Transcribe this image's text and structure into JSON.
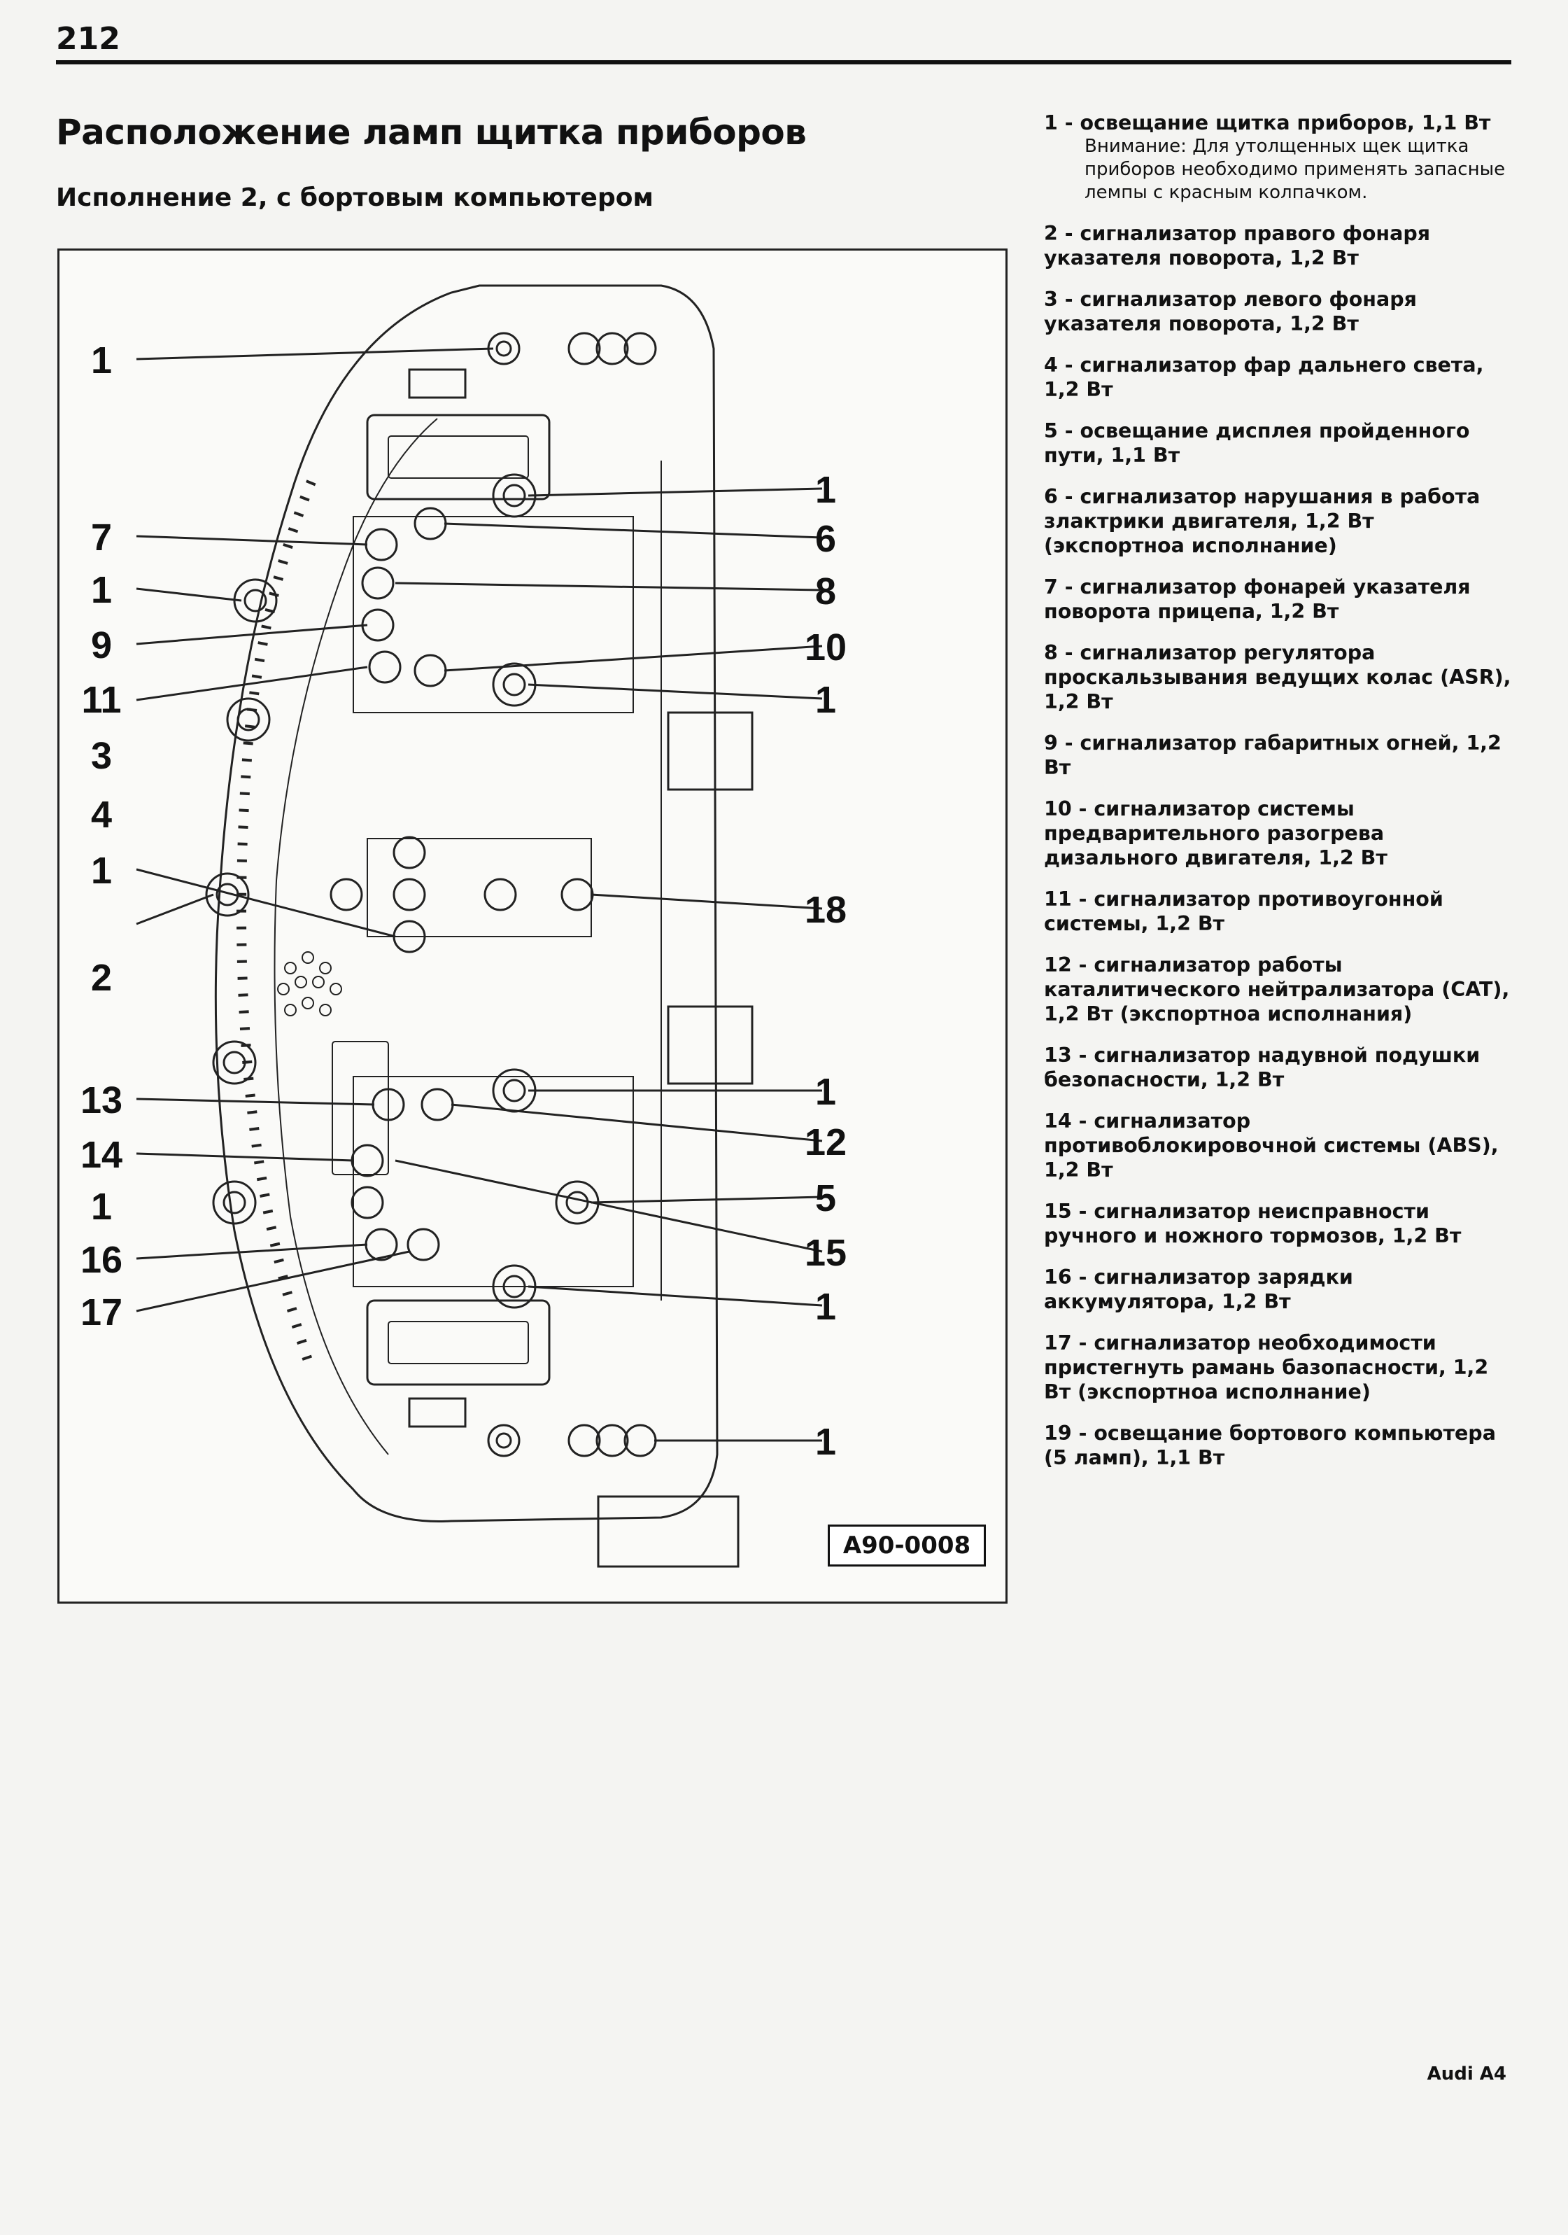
{
  "page": {
    "number": "212",
    "footer": "Audi A4"
  },
  "title": "Расположение ламп щитка приборов",
  "subtitle": "Исполнение 2, с бортовым компьютером",
  "figure": {
    "code": "A90-0008",
    "left_callouts": [
      "1",
      "7",
      "1",
      "9",
      "11",
      "3",
      "4",
      "1",
      "2",
      "13",
      "14",
      "1",
      "16",
      "17"
    ],
    "right_callouts": [
      "1",
      "6",
      "8",
      "10",
      "1",
      "18",
      "1",
      "12",
      "5",
      "15",
      "1",
      "1"
    ]
  },
  "legend": [
    {
      "id": "1",
      "text": "1 - освещание щитка приборов, 1,1 Вт",
      "note": "Внимание: Для утолщенных щек щитка приборов необходимо применять запасные лемпы с красным колпачком."
    },
    {
      "id": "2",
      "text": "2 - сигнализатор правого фонаря указателя поворота, 1,2 Вт"
    },
    {
      "id": "3",
      "text": "3 - сигнализатор левого фонаря указателя поворота, 1,2 Вт"
    },
    {
      "id": "4",
      "text": "4 - сигнализатор фар дальнего света, 1,2 Вт"
    },
    {
      "id": "5",
      "text": "5 - освещание дисплея пройденного пути, 1,1 Вт"
    },
    {
      "id": "6",
      "text": "6 - сигнализатор нарушания в работа злактрики двигателя, 1,2 Вт (экспортноа исполнание)"
    },
    {
      "id": "7",
      "text": "7 - сигнализатор фонарей указателя поворота прицепа, 1,2 Вт"
    },
    {
      "id": "8",
      "text": "8 - сигнализатор регулятора проскальзывания ведущих колас (ASR), 1,2 Вт"
    },
    {
      "id": "9",
      "text": "9 - сигнализатор габаритных огней, 1,2 Вт"
    },
    {
      "id": "10",
      "text": "10 - сигнализатор системы предварительного разогрева дизального двигателя, 1,2 Вт"
    },
    {
      "id": "11",
      "text": "11 - сигнализатор противоугонной системы, 1,2 Вт"
    },
    {
      "id": "12",
      "text": "12 - сигнализатор работы каталитического нейтрализатора (CAT), 1,2 Вт (экспортноа исполнания)"
    },
    {
      "id": "13",
      "text": "13 - сигнализатор надувной подушки безопасности, 1,2 Вт"
    },
    {
      "id": "14",
      "text": "14 - сигнализатор противоблокировочной системы (ABS), 1,2 Вт"
    },
    {
      "id": "15",
      "text": "15 - сигнализатор неисправности ручного и ножного тормозов, 1,2 Вт"
    },
    {
      "id": "16",
      "text": "16 - сигнализатор зарядки аккумулятора, 1,2 Вт"
    },
    {
      "id": "17",
      "text": "17 - сигнализатор необходимости пристегнуть рамань базопасности, 1,2 Вт (экспортноа исполнание)"
    },
    {
      "id": "19",
      "text": "19 - освещание бортового компьютера (5 ламп), 1,1 Вт"
    }
  ]
}
